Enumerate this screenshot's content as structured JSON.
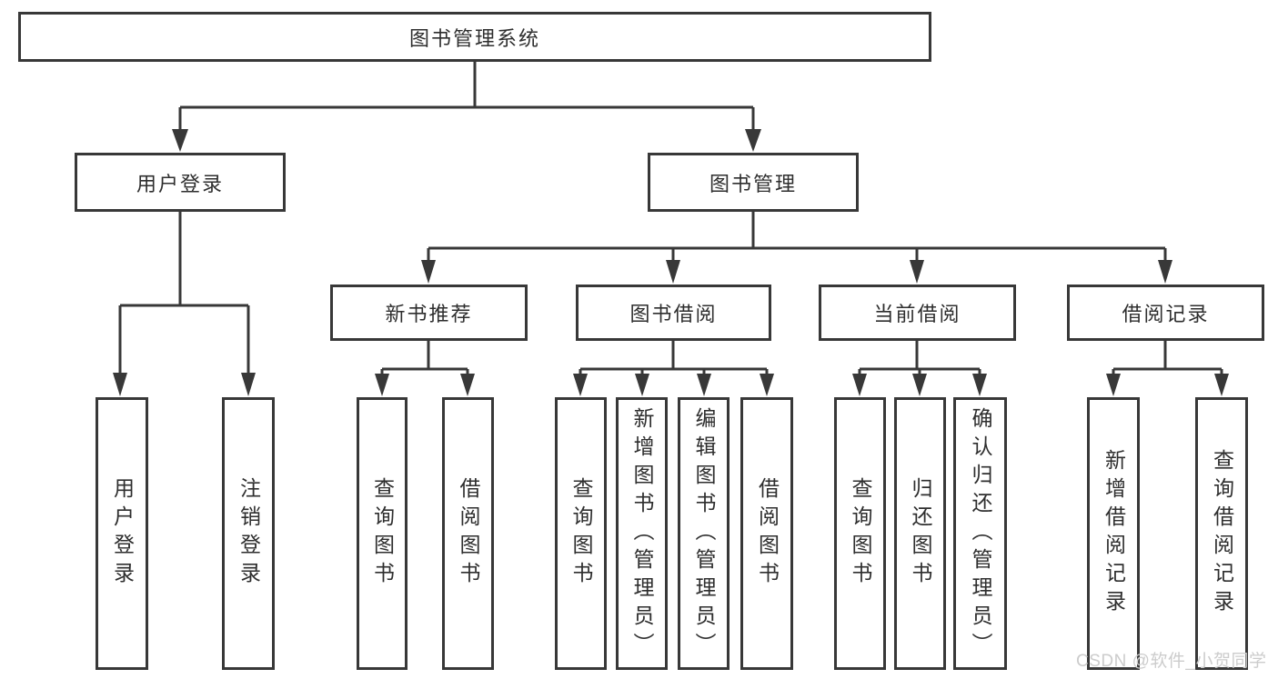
{
  "diagram": {
    "root": {
      "label": "图书管理系统"
    },
    "branches": [
      {
        "label": "用户登录",
        "children": [
          {
            "label": "用户登录"
          },
          {
            "label": "注销登录"
          }
        ]
      },
      {
        "label": "图书管理",
        "children": [
          {
            "label": "新书推荐",
            "children": [
              {
                "label": "查询图书"
              },
              {
                "label": "借阅图书"
              }
            ]
          },
          {
            "label": "图书借阅",
            "children": [
              {
                "label": "查询图书"
              },
              {
                "label": "新增图书（管理员）"
              },
              {
                "label": "编辑图书（管理员）"
              },
              {
                "label": "借阅图书"
              }
            ]
          },
          {
            "label": "当前借阅",
            "children": [
              {
                "label": "查询图书"
              },
              {
                "label": "归还图书"
              },
              {
                "label": "确认归还（管理员）"
              }
            ]
          },
          {
            "label": "借阅记录",
            "children": [
              {
                "label": "新增借阅记录"
              },
              {
                "label": "查询借阅记录"
              }
            ]
          }
        ]
      }
    ]
  },
  "watermark": {
    "text": "CSDN @软件_小贺同学"
  },
  "colors": {
    "line": "#383838",
    "text": "#2e2e2e",
    "watermark": "#cccccc",
    "background": "#ffffff"
  }
}
